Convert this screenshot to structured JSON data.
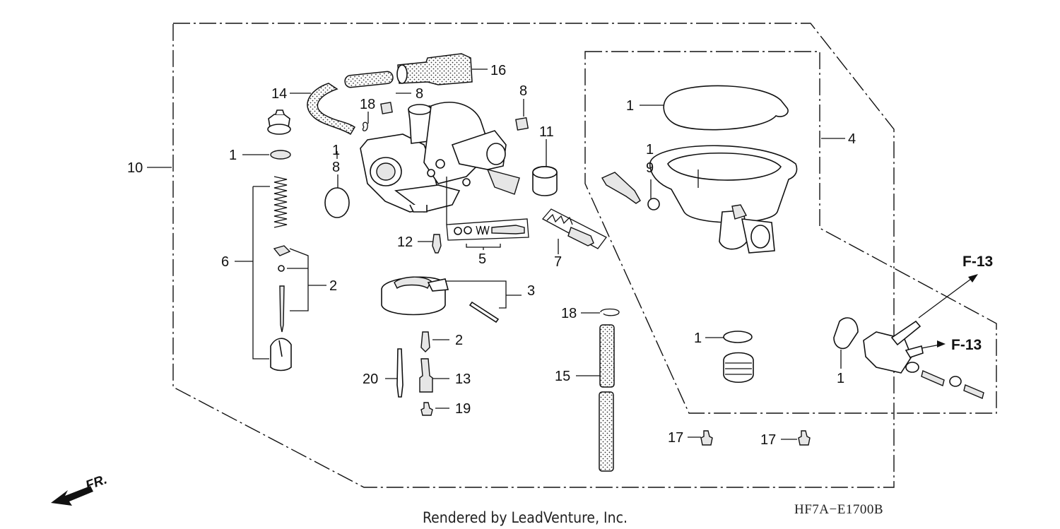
{
  "diagram": {
    "callouts": {
      "c1": "1",
      "c1b": "1",
      "c1c": "1",
      "c1d": "1",
      "c1e": "1",
      "c1f": "1",
      "c2": "2",
      "c2b": "2",
      "c3": "3",
      "c4": "4",
      "c5": "5",
      "c6": "6",
      "c7": "7",
      "c8": "8",
      "c8b": "8",
      "c8c": "8",
      "c9": "9",
      "c10": "10",
      "c11": "11",
      "c12": "12",
      "c13": "13",
      "c14": "14",
      "c15": "15",
      "c16": "16",
      "c17": "17",
      "c17b": "17",
      "c18": "18",
      "c18b": "18",
      "c19": "19",
      "c20": "20"
    },
    "references": {
      "upper": "F-13",
      "lower": "F-13"
    },
    "direction_label": "FR.",
    "credit": "Rendered by LeadVenture, Inc.",
    "drawing_code": "HF7A−E1700B"
  }
}
